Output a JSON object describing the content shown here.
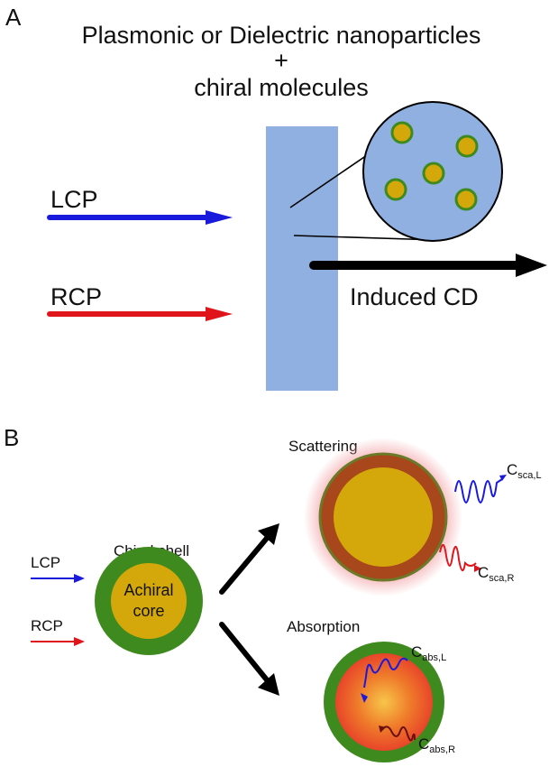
{
  "panel_a": {
    "label": "A",
    "title_line1": "Plasmonic or Dielectric nanoparticles",
    "title_plus": "+",
    "title_line2": "chiral molecules",
    "lcp_label": "LCP",
    "rcp_label": "RCP",
    "output_label": "Induced CD"
  },
  "panel_b": {
    "label": "B",
    "lcp_label": "LCP",
    "rcp_label": "RCP",
    "shell_label": "Chiral shell",
    "core_label_line1": "Achiral",
    "core_label_line2": "core",
    "scattering_label": "Scattering",
    "absorption_label": "Absorption",
    "c_sca_l": {
      "main": "C",
      "sub": "sca,L"
    },
    "c_sca_r": {
      "main": "C",
      "sub": "sca,R"
    },
    "c_abs_l": {
      "main": "C",
      "sub": "abs,L"
    },
    "c_abs_r": {
      "main": "C",
      "sub": "abs,R"
    }
  },
  "colors": {
    "lcp": "#1a1adc",
    "rcp": "#e0151c",
    "slab": "#8fb0e0",
    "shell": "#3f8a1e",
    "core": "#d4a80a",
    "black": "#000000"
  }
}
